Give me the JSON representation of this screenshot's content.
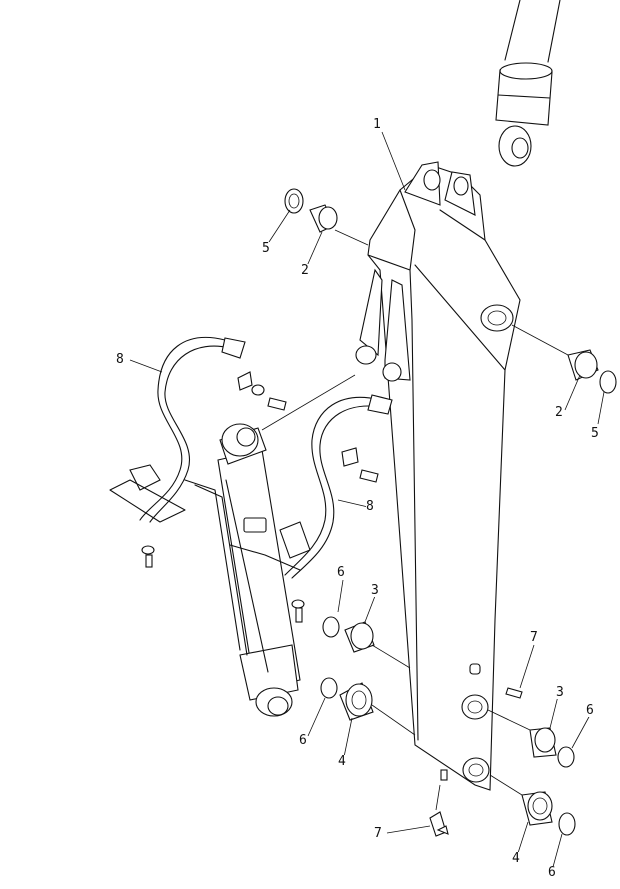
{
  "callouts": {
    "c1": "1",
    "c2a": "2",
    "c2b": "2",
    "c3a": "3",
    "c3b": "3",
    "c4a": "4",
    "c4b": "4",
    "c5a": "5",
    "c5b": "5",
    "c6a": "6",
    "c6b": "6",
    "c6c": "6",
    "c6d": "6",
    "c7a": "7",
    "c7b": "7",
    "c8a": "8",
    "c8b": "8"
  }
}
